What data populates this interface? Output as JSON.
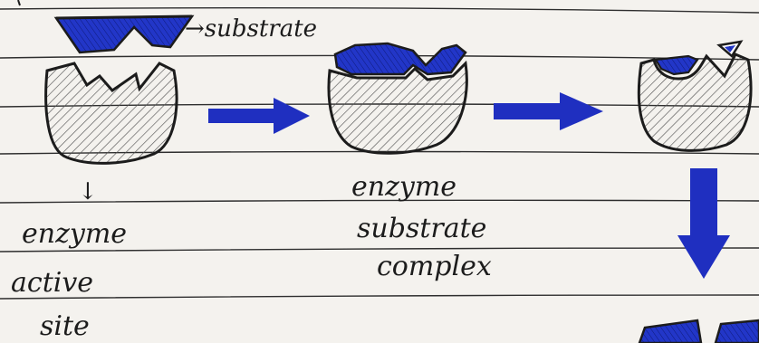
{
  "labels": {
    "substrate": "→substrate",
    "enzyme_pointer": "↓",
    "enzyme": "enzyme",
    "active": "active",
    "site": "site",
    "complex_line1": "enzyme",
    "complex_line2": "substrate",
    "complex_line3": "complex"
  },
  "colors": {
    "paper": "#f4f2ee",
    "rule_line": "#2e2e2e",
    "ink": "#1c1c1c",
    "substrate_fill": "#2236c8",
    "arrow": "#1f2fc0",
    "hatch": "#555555"
  },
  "arrows": [
    {
      "name": "arrow-to-complex",
      "direction": "right"
    },
    {
      "name": "arrow-to-products",
      "direction": "right"
    },
    {
      "name": "arrow-down",
      "direction": "down"
    }
  ]
}
